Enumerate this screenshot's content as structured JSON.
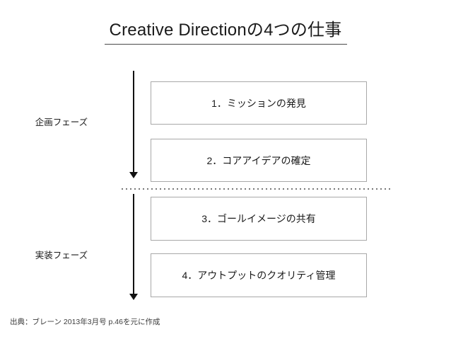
{
  "slide": {
    "title": "Creative Directionの4つの仕事",
    "background_color": "#ffffff",
    "text_color": "#1a1a1a",
    "rule_color": "#4a4a4a",
    "box_border_color": "#a8a8a8",
    "arrow_color": "#111111",
    "divider_color": "#555555"
  },
  "phases": [
    {
      "label": "企画フェーズ"
    },
    {
      "label": "実装フェーズ"
    }
  ],
  "tasks": [
    {
      "number": "1",
      "label": "1．ミッションの発見"
    },
    {
      "number": "2",
      "label": "2．コアアイデアの確定"
    },
    {
      "number": "3",
      "label": "3．ゴールイメージの共有"
    },
    {
      "number": "4",
      "label": "4．アウトプットのクオリティ管理"
    }
  ],
  "footer": {
    "source": "出典：ブレーン 2013年3月号 p.46を元に作成"
  }
}
